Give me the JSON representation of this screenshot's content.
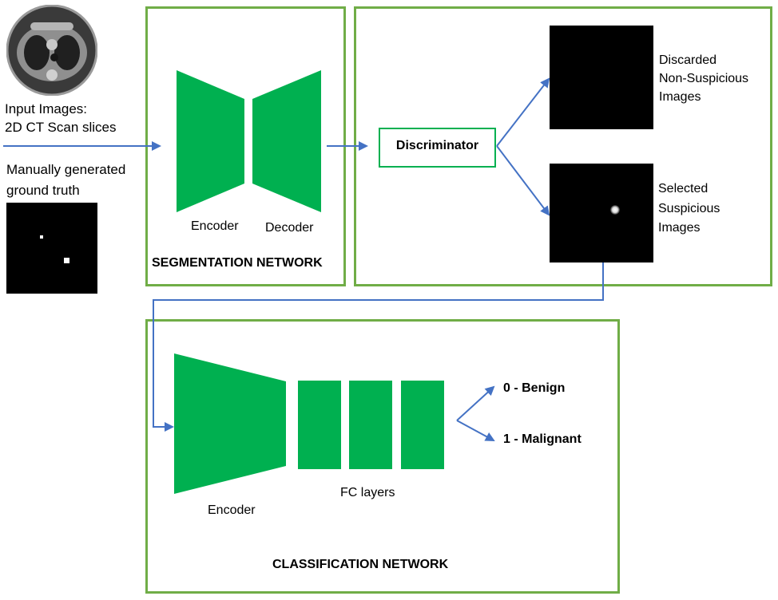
{
  "input": {
    "images_label_line1": "Input Images:",
    "images_label_line2": "2D CT Scan slices",
    "ground_truth_line1": "Manually generated",
    "ground_truth_line2": "ground truth"
  },
  "segmentation": {
    "title": "SEGMENTATION NETWORK",
    "encoder_label": "Encoder",
    "decoder_label": "Decoder"
  },
  "discriminator": {
    "label": "Discriminator",
    "discarded_line1": "Discarded",
    "discarded_line2": "Non-Suspicious",
    "discarded_line3": "Images",
    "selected_line1": "Selected",
    "selected_line2": "Suspicious",
    "selected_line3": "Images"
  },
  "classification": {
    "title": "CLASSIFICATION NETWORK",
    "encoder_label": "Encoder",
    "fc_label": "FC layers",
    "output_benign": "0 - Benign",
    "output_malignant": "1 - Malignant"
  },
  "colors": {
    "box_border": "#70ad47",
    "network_green": "#00b050",
    "arrow_blue": "#4472c4"
  }
}
